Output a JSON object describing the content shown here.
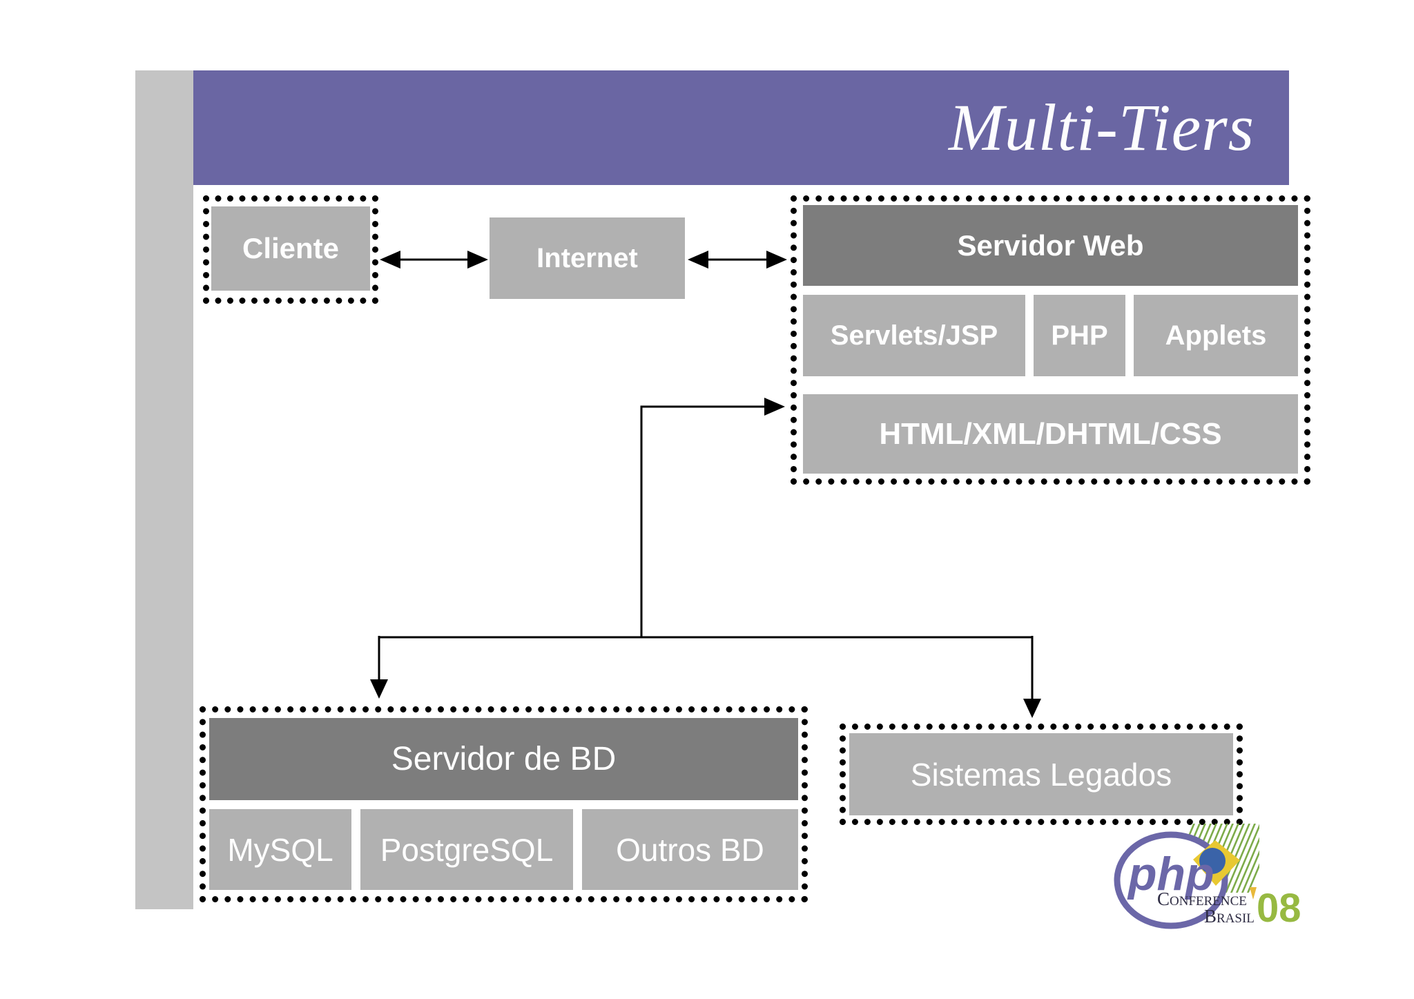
{
  "header": {
    "title": "Multi-Tiers"
  },
  "diagram": {
    "cliente": {
      "label": "Cliente"
    },
    "internet": {
      "label": "Internet"
    },
    "servidor_web": {
      "title": "Servidor Web",
      "tech": [
        {
          "label": "Servlets/JSP"
        },
        {
          "label": "PHP"
        },
        {
          "label": "Applets"
        }
      ],
      "output": {
        "label": "HTML/XML/DHTML/CSS"
      }
    },
    "servidor_bd": {
      "title": "Servidor de BD",
      "databases": [
        {
          "label": "MySQL"
        },
        {
          "label": "PostgreSQL"
        },
        {
          "label": "Outros BD"
        }
      ]
    },
    "sistemas_legados": {
      "label": "Sistemas Legados"
    }
  },
  "logo": {
    "php": "php",
    "conference": "Conference",
    "brasil": "Brasil",
    "year": "08"
  },
  "colors": {
    "accent_purple": "#6a66a3",
    "dark_header_gray": "#7d7d7d",
    "box_gray": "#b1b1b1",
    "sidebar_gray": "#c4c4c4",
    "logo_purple": "#6b67a8",
    "logo_green": "#97b942",
    "logo_navy": "#2f2d44",
    "flag_green": "#7dab4a",
    "flag_yellow": "#e8c832",
    "flag_blue": "#3a63a8"
  }
}
